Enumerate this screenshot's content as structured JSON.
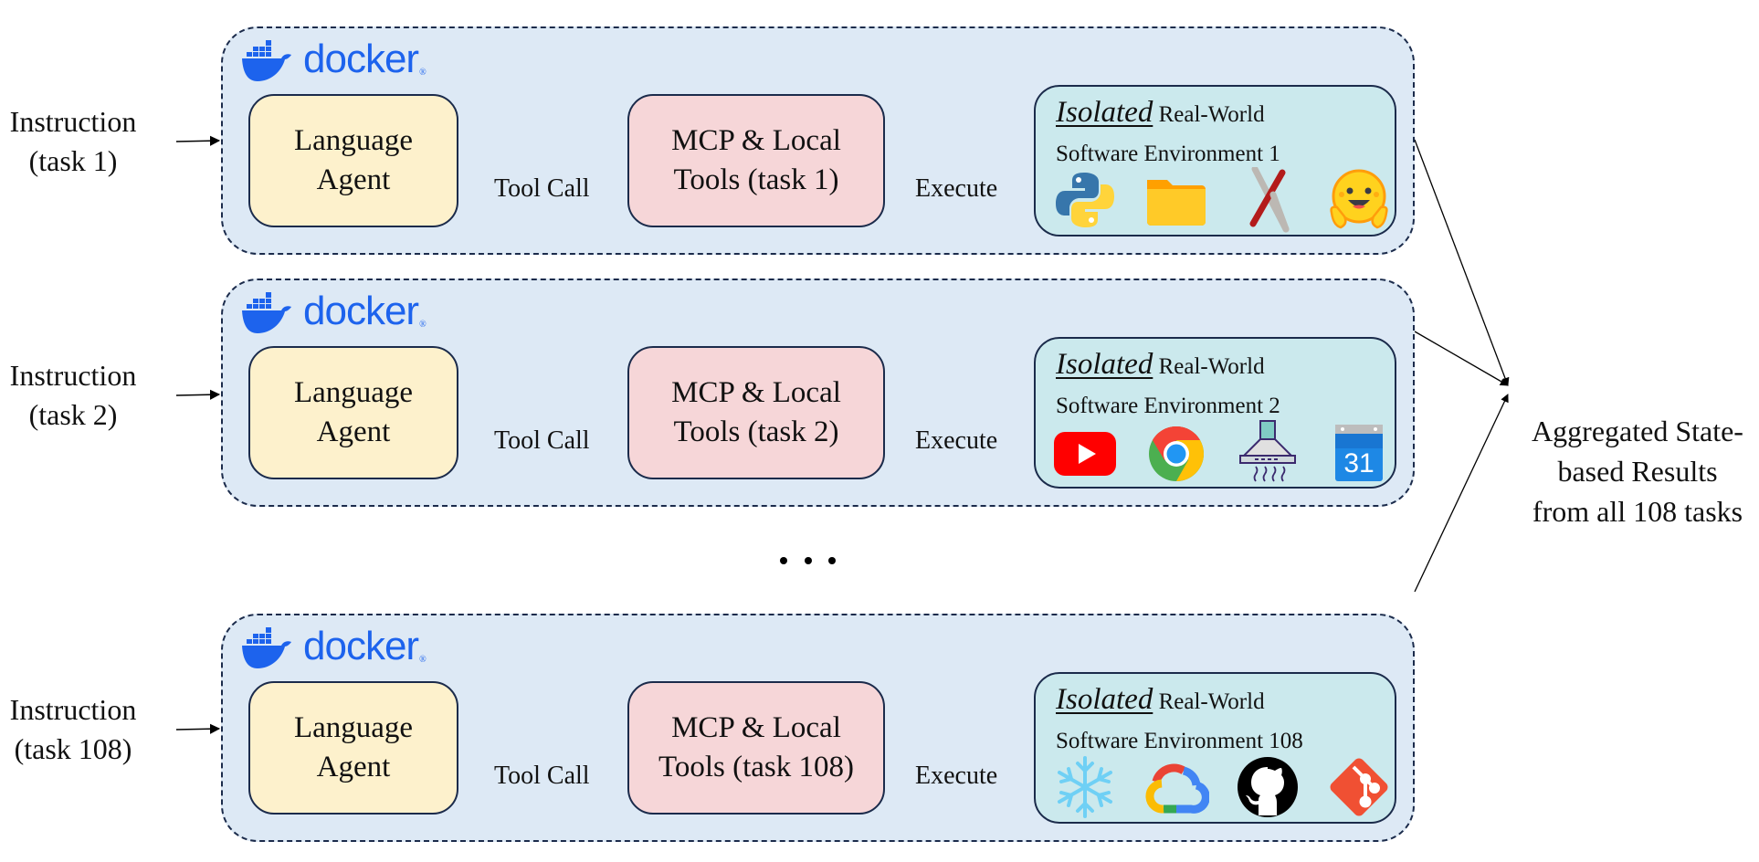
{
  "diagram": {
    "rows": [
      {
        "instruction": [
          "Instruction",
          "(task 1)"
        ],
        "container_label": "docker",
        "agent": [
          "Language",
          "Agent"
        ],
        "tool_call_label": "Tool Call",
        "tools": [
          "MCP & Local",
          "Tools (task 1)"
        ],
        "execute_label": "Execute",
        "env_italic": "Isolated",
        "env_title_rest": "Real-World",
        "env_subtitle": "Software Environment 1",
        "icons": [
          "python-icon",
          "folder-icon",
          "x-tool-icon",
          "hugging-face-icon"
        ]
      },
      {
        "instruction": [
          "Instruction",
          "(task 2)"
        ],
        "container_label": "docker",
        "agent": [
          "Language",
          "Agent"
        ],
        "tool_call_label": "Tool Call",
        "tools": [
          "MCP & Local",
          "Tools (task 2)"
        ],
        "execute_label": "Execute",
        "env_italic": "Isolated",
        "env_title_rest": "Real-World",
        "env_subtitle": "Software Environment 2",
        "icons": [
          "youtube-icon",
          "chrome-icon",
          "range-hood-icon",
          "google-calendar-icon"
        ],
        "calendar_day": "31"
      },
      {
        "instruction": [
          "Instruction",
          "(task 108)"
        ],
        "container_label": "docker",
        "agent": [
          "Language",
          "Agent"
        ],
        "tool_call_label": "Tool Call",
        "tools": [
          "MCP & Local",
          "Tools (task 108)"
        ],
        "execute_label": "Execute",
        "env_italic": "Isolated",
        "env_title_rest": "Real-World",
        "env_subtitle": "Software Environment 108",
        "icons": [
          "snowflake-icon",
          "google-cloud-icon",
          "github-icon",
          "git-icon"
        ]
      }
    ],
    "ellipsis": "...",
    "aggregate": [
      "Aggregated State-",
      "based Results",
      "from all 108 tasks"
    ],
    "colors": {
      "frame_bg": "#dde9f5",
      "frame_border": "#1b2b4b",
      "agent_bg": "#fdf1cc",
      "tools_bg": "#f6d6d8",
      "env_bg": "#cbe9ed",
      "docker_blue": "#1d63ed"
    }
  }
}
